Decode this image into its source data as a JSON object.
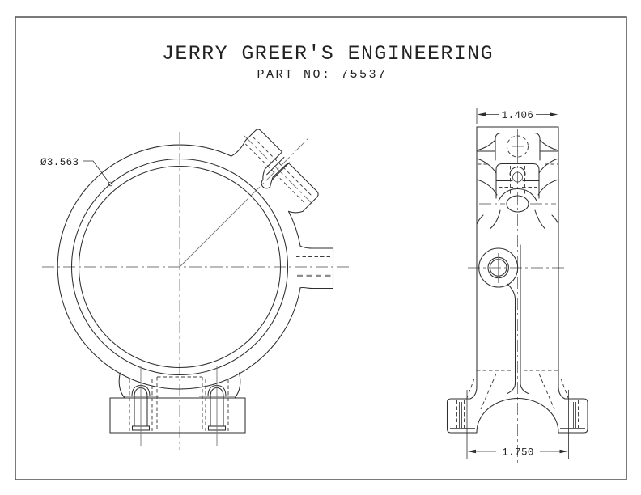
{
  "title_block": {
    "company": "JERRY GREER'S ENGINEERING",
    "part_label": "PART NO: 75537"
  },
  "dimensions": {
    "bore_diameter": "Ø3.563",
    "side_top_width": "1.406",
    "side_base_width": "1.750"
  },
  "colors": {
    "background": "#ffffff",
    "object_line": "#2e2e2e",
    "hidden_line": "#3f3f3f",
    "center_line": "#757575",
    "border": "#4f4f4f"
  }
}
